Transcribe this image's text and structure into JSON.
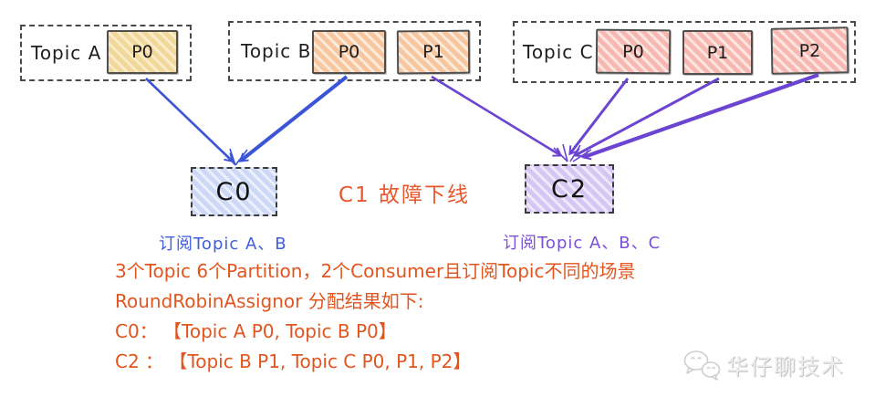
{
  "diagram": {
    "topics": [
      {
        "label": "Topic A",
        "partitions": [
          "P0"
        ],
        "fill": "#f2d79b"
      },
      {
        "label": "Topic B",
        "partitions": [
          "P0",
          "P1"
        ],
        "fill": "#f7c69e"
      },
      {
        "label": "Topic C",
        "partitions": [
          "P0",
          "P1",
          "P2"
        ],
        "fill": "#f8b8b2"
      }
    ],
    "consumers": [
      {
        "label": "C0",
        "subscription": "订阅Topic A、B",
        "fill": "#ccd8f6",
        "subscription_color": "#3f5de0"
      },
      {
        "label": "C2",
        "subscription": "订阅Topic A、B、C",
        "fill": "#d5c6f4",
        "subscription_color": "#7a4fd9"
      }
    ],
    "offline_note": {
      "text": "C1 故障下线",
      "color": "#e8572e"
    },
    "arrows": {
      "to_c0_color": "#3b55d6",
      "to_c2_color": "#6b45d2",
      "links": [
        "Topic A P0 -> C0",
        "Topic B P0 -> C0",
        "Topic B P1 -> C2",
        "Topic C P0 -> C2",
        "Topic C P1 -> C2",
        "Topic C P2 -> C2"
      ]
    }
  },
  "summary": {
    "color": "#e2551f",
    "lines": [
      "3个Topic 6个Partition，2个Consumer且订阅Topic不同的场景",
      "RoundRobinAssignor 分配结果如下:",
      "C0： 【Topic A P0, Topic B P0】",
      "C2 ： 【Topic B P1, Topic C P0, P1, P2】"
    ]
  },
  "watermark": {
    "text": "华仔聊技术",
    "icon": "wechat-icon",
    "color": "#ececec"
  }
}
